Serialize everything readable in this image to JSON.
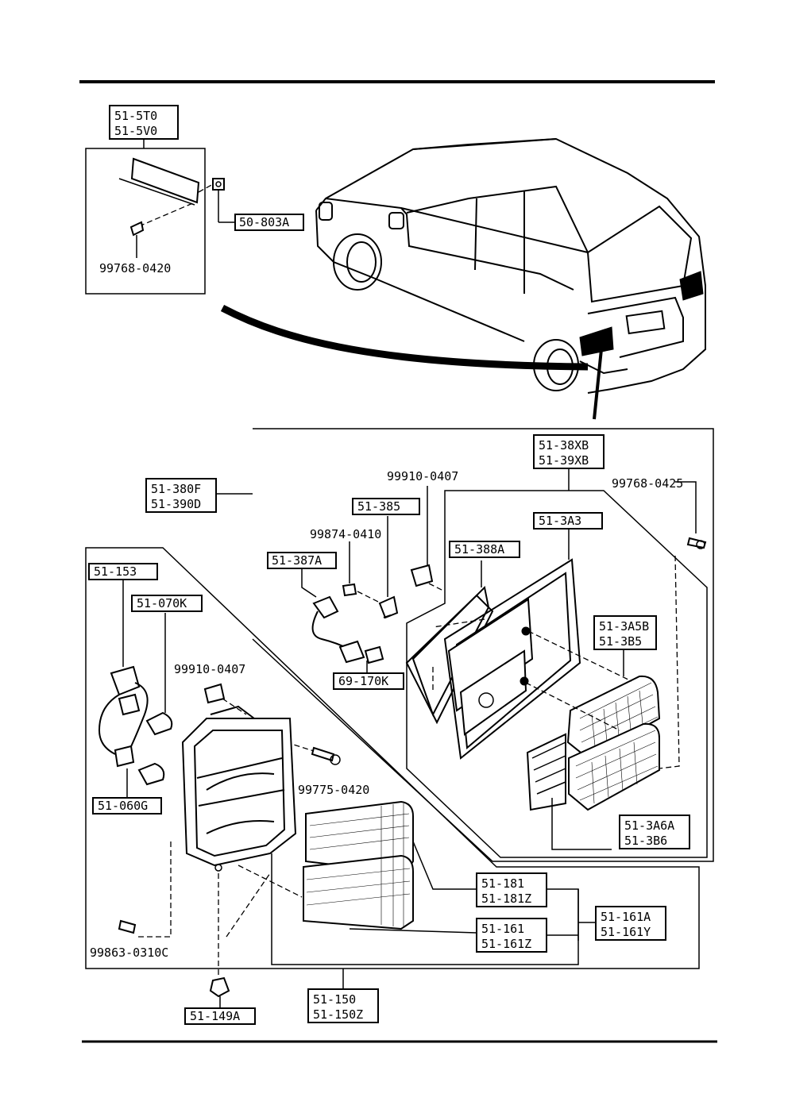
{
  "labels": {
    "l_5t0": "51-5T0",
    "l_5v0": "51-5V0",
    "l_803a": "50-803A",
    "l_99768_0420": "99768-0420",
    "l_380f": "51-380F",
    "l_390d": "51-390D",
    "l_38xb": "51-38XB",
    "l_39xb": "51-39XB",
    "l_99910_a": "99910-0407",
    "l_99768_0425": "99768-0425",
    "l_385": "51-385",
    "l_3a3": "51-3A3",
    "l_99874": "99874-0410",
    "l_388a": "51-388A",
    "l_387a": "51-387A",
    "l_153": "51-153",
    "l_070k": "51-070K",
    "l_3a5b": "51-3A5B",
    "l_3b5": "51-3B5",
    "l_99910_b": "99910-0407",
    "l_170k": "69-170K",
    "l_99775": "99775-0420",
    "l_060g": "51-060G",
    "l_3a6a": "51-3A6A",
    "l_3b6": "51-3B6",
    "l_181": "51-181",
    "l_181z": "51-181Z",
    "l_161a": "51-161A",
    "l_161y": "51-161Y",
    "l_161": "51-161",
    "l_161z": "51-161Z",
    "l_99863": "99863-0310C",
    "l_150": "51-150",
    "l_150z": "51-150Z",
    "l_149a": "51-149A"
  }
}
